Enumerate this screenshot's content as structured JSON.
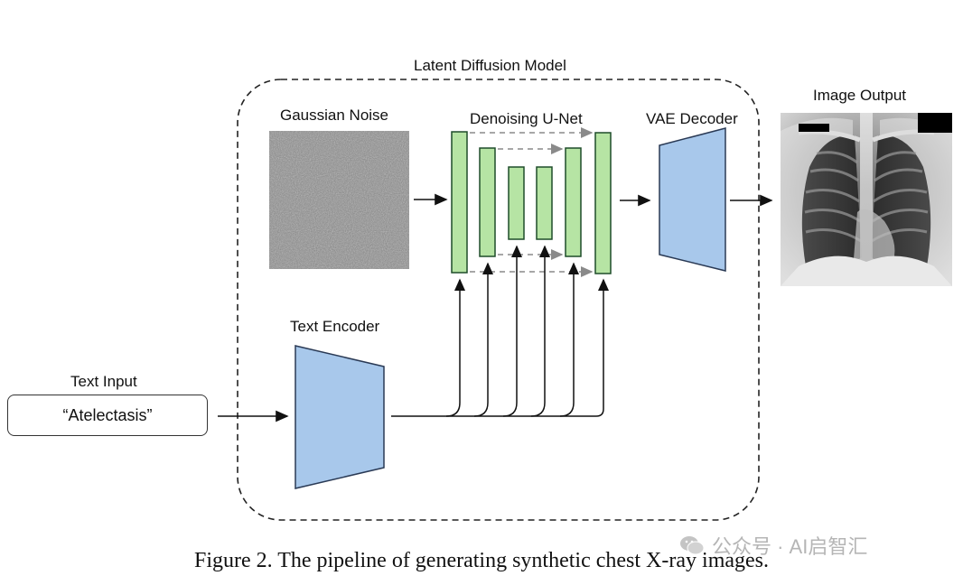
{
  "labels": {
    "latent_diffusion_model": "Latent Diffusion Model",
    "gaussian_noise": "Gaussian Noise",
    "denoising_unet": "Denoising U-Net",
    "vae_decoder": "VAE Decoder",
    "image_output": "Image Output",
    "text_encoder": "Text Encoder",
    "text_input": "Text Input",
    "text_input_value": "“Atelectasis”"
  },
  "caption": "Figure 2. The pipeline of generating synthetic chest X-ray images.",
  "watermark": {
    "icon": "wechat-icon",
    "text": "公众号 · AI启智汇"
  },
  "colors": {
    "unet_block_fill": "#b6e4a4",
    "unet_block_stroke": "#1f4d2a",
    "encoder_decoder_fill": "#a8c8eb",
    "encoder_decoder_stroke": "#2a3a55",
    "noise_gray": "#7f7f7f"
  }
}
